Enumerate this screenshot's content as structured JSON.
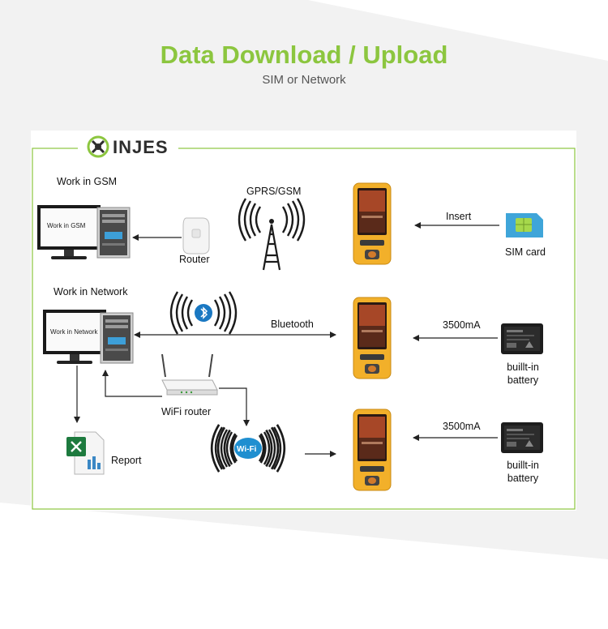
{
  "header": {
    "title": "Data Download / Upload",
    "subtitle": "SIM or Network"
  },
  "logo": {
    "text": "INJES"
  },
  "labels": {
    "work_gsm": "Work in GSM",
    "work_network": "Work in Network",
    "monitor_gsm": "Work in GSM",
    "monitor_network": "Work in Network",
    "router": "Router",
    "gprs": "GPRS/GSM",
    "bluetooth": "Bluetooth",
    "wifi_router": "WiFi router",
    "report": "Report",
    "insert": "Insert",
    "sim_card": "SIM card",
    "battery_capacity_1": "3500mA",
    "battery_capacity_2": "3500mA",
    "battery_label_1_line1": "buillt-in",
    "battery_label_1_line2": "battery",
    "battery_label_2_line1": "buillt-in",
    "battery_label_2_line2": "battery",
    "wifi_badge": "Wi-Fi"
  },
  "colors": {
    "accent": "#8cc63f",
    "phone_body": "#f2b02a",
    "wifi_blue": "#1f8fd0",
    "bluetooth_blue": "#1a78c2",
    "excel_green": "#1d7a3e"
  }
}
